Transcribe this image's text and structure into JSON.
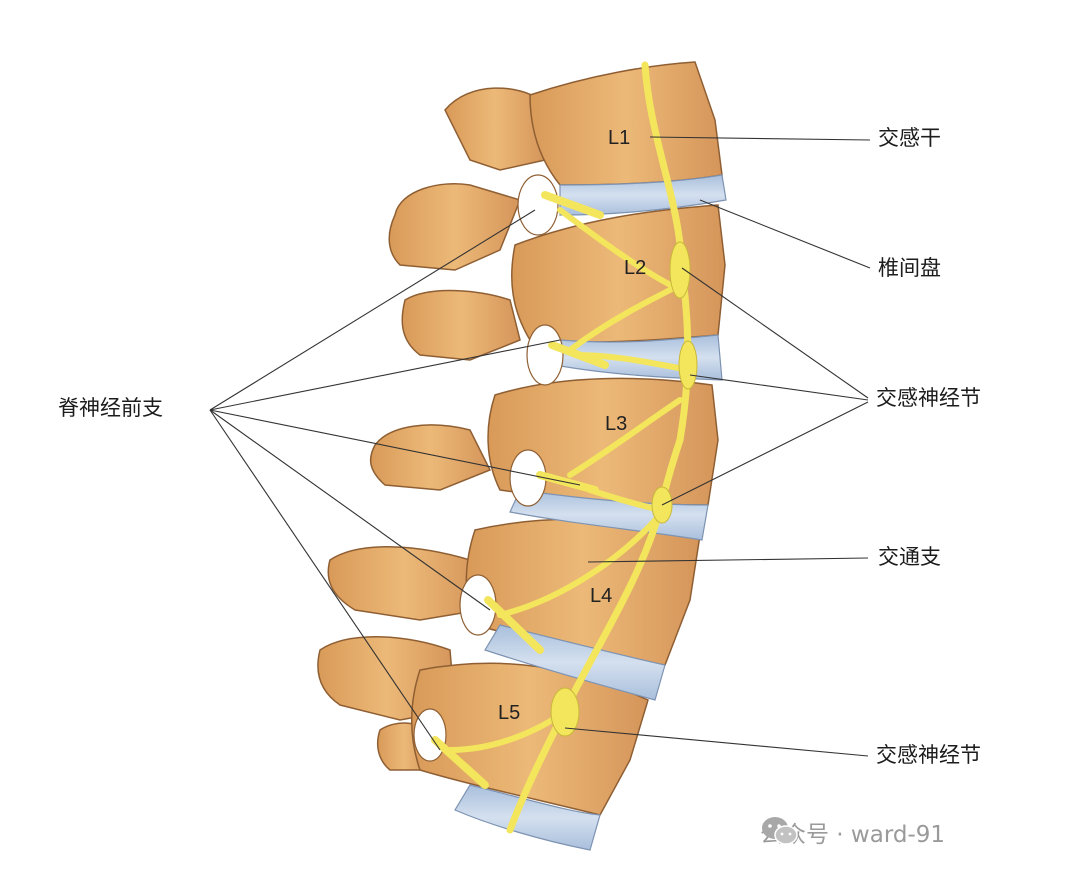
{
  "colors": {
    "bone": "#e8b06e",
    "bone_shadow": "#b07a44",
    "disc": "#c4d4e8",
    "nerve": "#f3e55c",
    "nerve_outline": "#8a7a20",
    "leader": "#333333"
  },
  "labels": {
    "sympathetic_trunk": "交感干",
    "intervertebral_disc": "椎间盘",
    "sympathetic_ganglion": "交感神经节",
    "anterior_ramus": "脊神经前支",
    "communicating_branch": "交通支",
    "sympathetic_ganglion_lower": "交感神经节"
  },
  "vertebrae": [
    "L1",
    "L2",
    "L3",
    "L4",
    "L5"
  ],
  "watermark": {
    "icon": "wechat-icon",
    "text": "公众号 · ward-91"
  }
}
